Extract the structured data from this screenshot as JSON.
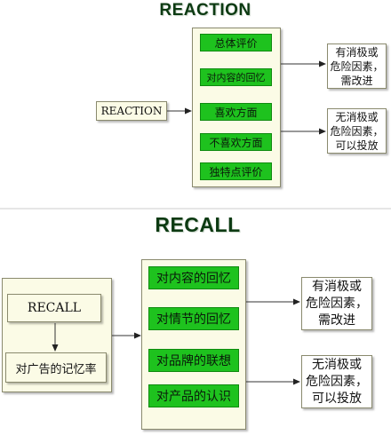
{
  "reaction": {
    "title": "REACTION",
    "source_label": "REACTION",
    "items": [
      "总体评价",
      "对内容的回忆",
      "喜欢方面",
      "不喜欢方面",
      "独特点评价"
    ],
    "outcome_top": [
      "有消极或",
      "危险因素，",
      "需改进"
    ],
    "outcome_bottom": [
      "无消极或",
      "危险因素，",
      "可以投放"
    ]
  },
  "recall": {
    "title": "RECALL",
    "source_label": "RECALL",
    "sub_label": "对广告的记忆率",
    "items": [
      "对内容的回忆",
      "对情节的回忆",
      "对品牌的联想",
      "对产品的认识"
    ],
    "outcome_top": [
      "有消极或",
      "危险因素，",
      "需改进"
    ],
    "outcome_bottom": [
      "无消极或",
      "危险因素，",
      "可以投放"
    ]
  },
  "colors": {
    "title": "#0c3a12",
    "item_fill": "#1ec21e",
    "box_fill": "#fbfbe6",
    "border": "#8a8a6e"
  }
}
